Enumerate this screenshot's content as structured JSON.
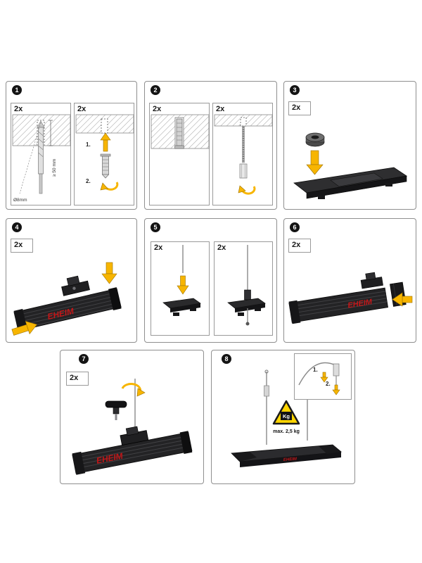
{
  "colors": {
    "arrow_yellow": "#f7b500",
    "brand_red": "#c41618",
    "fixture_dark": "#232325",
    "warning_yellow": "#ffd500"
  },
  "panels": {
    "p1": {
      "badge": "1",
      "sub_left": {
        "qty": "2x",
        "dia_label": "Ø8mm",
        "depth_label": "≥ 50 mm"
      },
      "sub_right": {
        "qty": "2x",
        "step1": "1.",
        "step2": "2."
      }
    },
    "p2": {
      "badge": "2",
      "sub_left": {
        "qty": "2x"
      },
      "sub_right": {
        "qty": "2x"
      }
    },
    "p3": {
      "badge": "3",
      "qty": "2x"
    },
    "p4": {
      "badge": "4",
      "qty": "2x",
      "brand": "EHEIM"
    },
    "p5": {
      "badge": "5",
      "sub_left": {
        "qty": "2x"
      },
      "sub_right": {
        "qty": "2x"
      }
    },
    "p6": {
      "badge": "6",
      "qty": "2x",
      "brand": "EHEIM"
    },
    "p7": {
      "badge": "7",
      "qty": "2x",
      "brand": "EHEIM"
    },
    "p8": {
      "badge": "8",
      "warning_unit": "Kg",
      "warning_text": "max. 2,5 kg",
      "brand": "EHEIM",
      "inset": {
        "step1": "1.",
        "step2": "2."
      }
    }
  }
}
